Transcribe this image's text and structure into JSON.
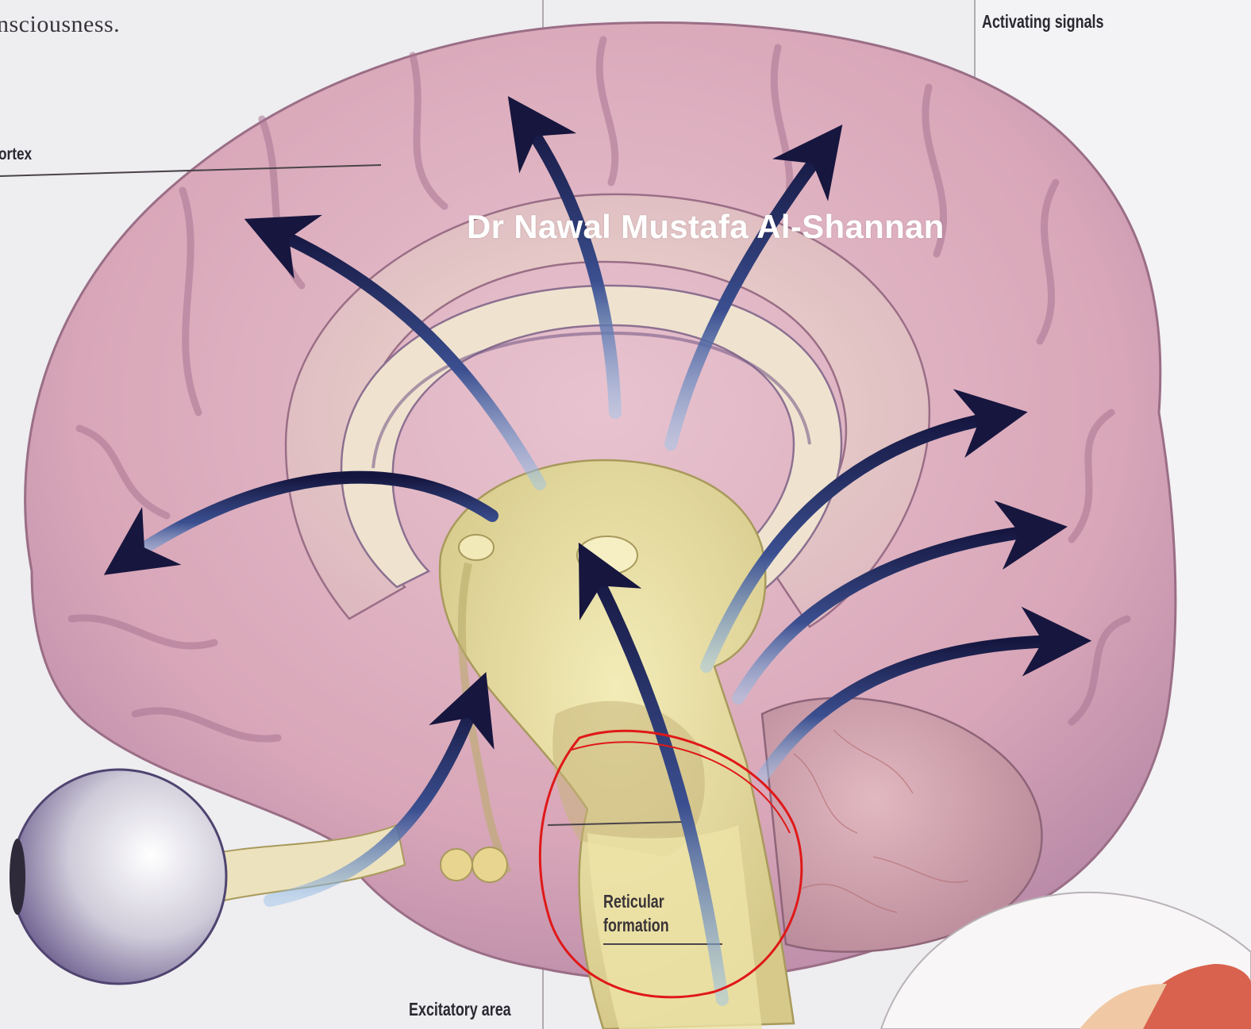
{
  "labels": {
    "top_left_fragment": "nsciousness.",
    "cortex": "ortex",
    "activating_signals": "Activating signals",
    "reticular_line1": "Reticular",
    "reticular_line2": "formation",
    "excitatory_area": "Excitatory area"
  },
  "watermark": "Dr Nawal Mustafa Al-Shannan",
  "colors": {
    "background": "#efeef0",
    "brain_surface": "#d9a8b8",
    "brain_fold_shadow": "#a97896",
    "midline_structures": "#e6dc9a",
    "arrow": "#1c1c48",
    "arrow_tail": "#8fb8e0",
    "circle_annotation": "#e01818",
    "eyeball": "#c8c4d4"
  },
  "icons": [
    "eyeball-illustration",
    "activating-arrow",
    "red-circle-annotation"
  ]
}
